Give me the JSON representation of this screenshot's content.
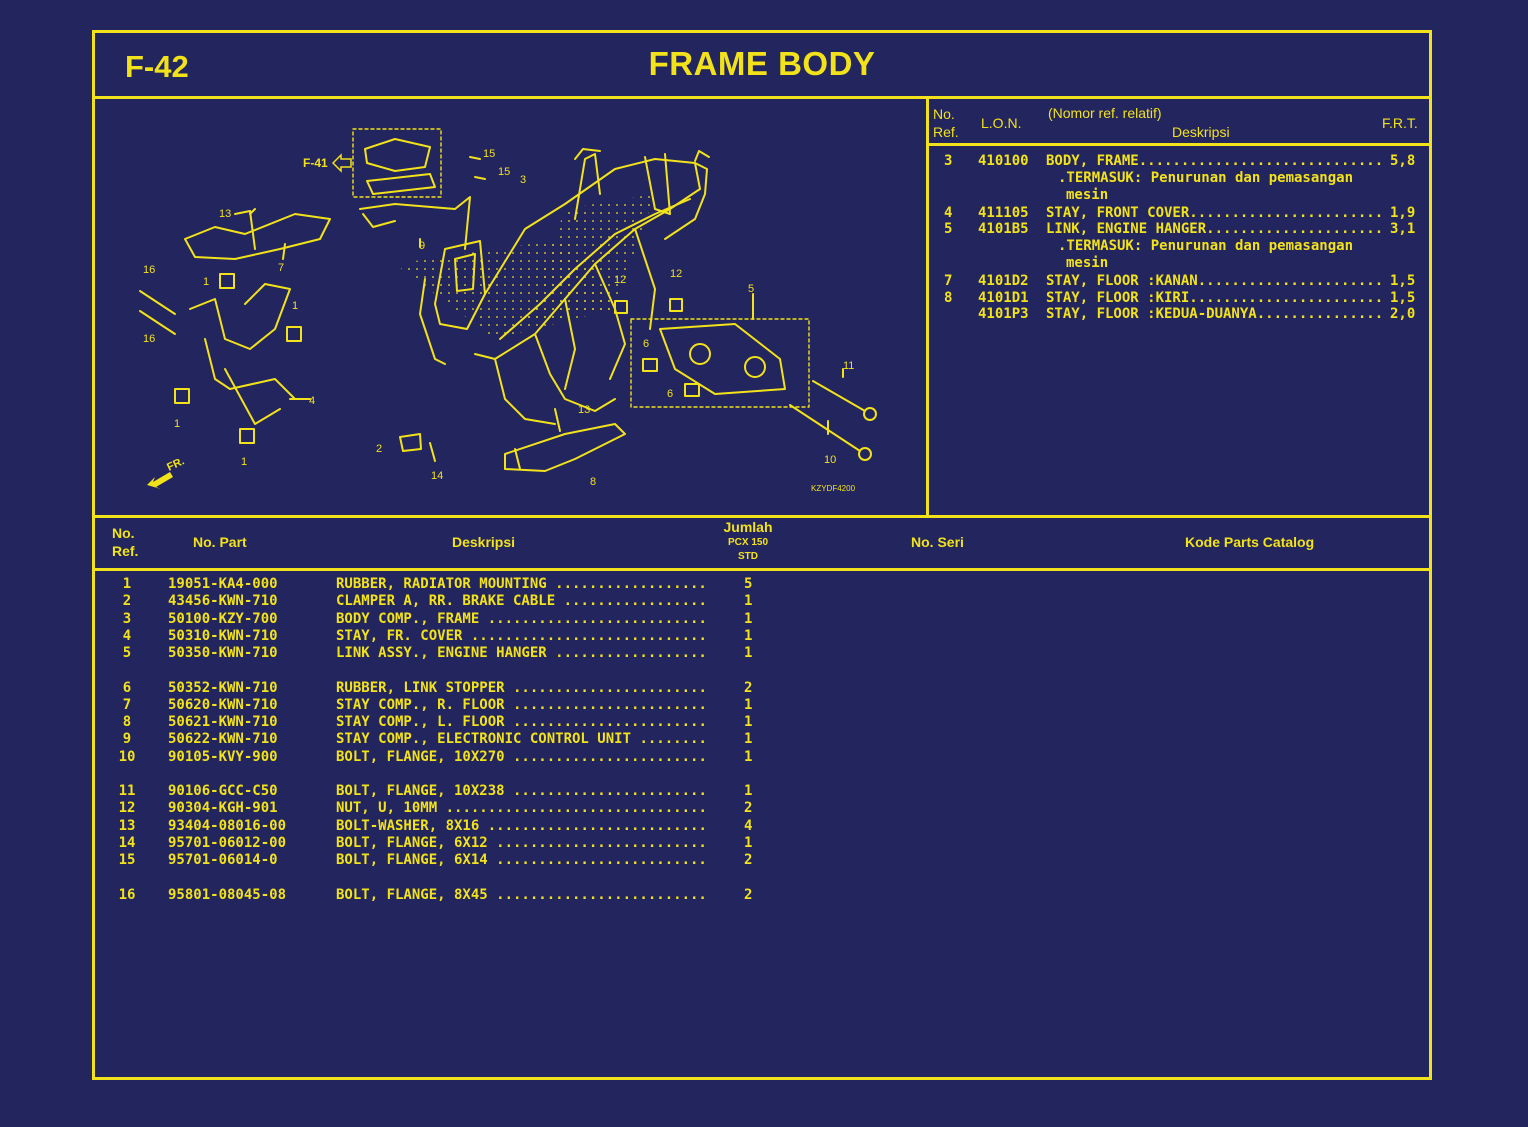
{
  "header": {
    "code": "F-42",
    "title": "FRAME BODY"
  },
  "lon_table": {
    "headers": {
      "no_ref_1": "No.",
      "no_ref_2": "Ref.",
      "lon": "L.O.N.",
      "desc_top": "(Nomor ref. relatif)",
      "desc": "Deskripsi",
      "frt": "F.R.T."
    },
    "rows": [
      {
        "ref": "3",
        "lon": "410100",
        "desc": "BODY, FRAME",
        "frt": "5,8"
      },
      {
        "ref": "",
        "lon": "",
        "desc": ".TERMASUK: Penurunan dan pemasangan",
        "frt": ""
      },
      {
        "ref": "",
        "lon": "",
        "desc": "mesin",
        "frt": ""
      },
      {
        "ref": "4",
        "lon": "411105",
        "desc": "STAY, FRONT COVER",
        "frt": "1,9"
      },
      {
        "ref": "5",
        "lon": "4101B5",
        "desc": "LINK, ENGINE HANGER",
        "frt": "3,1"
      },
      {
        "ref": "",
        "lon": "",
        "desc": ".TERMASUK: Penurunan dan pemasangan",
        "frt": ""
      },
      {
        "ref": "",
        "lon": "",
        "desc": "mesin",
        "frt": ""
      },
      {
        "ref": "7",
        "lon": "4101D2",
        "desc": "STAY, FLOOR :KANAN",
        "frt": "1,5"
      },
      {
        "ref": "8",
        "lon": "4101D1",
        "desc": "STAY, FLOOR :KIRI",
        "frt": "1,5"
      },
      {
        "ref": "",
        "lon": "4101P3",
        "desc": "STAY, FLOOR :KEDUA-DUANYA",
        "frt": "2,0"
      }
    ]
  },
  "diagram": {
    "labels": [
      "F-41",
      "15",
      "15",
      "3",
      "13",
      "9",
      "7",
      "16",
      "1",
      "1",
      "16",
      "4",
      "1",
      "1",
      "FR.",
      "2",
      "14",
      "13",
      "8",
      "12",
      "12",
      "5",
      "6",
      "6",
      "11",
      "10"
    ],
    "figure_code": "KZYDF4200"
  },
  "parts_table": {
    "headers": {
      "no_ref_1": "No.",
      "no_ref_2": "Ref.",
      "part": "No. Part",
      "desc": "Deskripsi",
      "qty_1": "Jumlah",
      "qty_2": "PCX 150",
      "qty_3": "STD",
      "seri": "No. Seri",
      "kode": "Kode Parts Catalog"
    },
    "rows": [
      {
        "ref": "1",
        "part": "19051-KA4-000",
        "desc": "RUBBER, RADIATOR MOUNTING",
        "qty": "5"
      },
      {
        "ref": "2",
        "part": "43456-KWN-710",
        "desc": "CLAMPER A, RR. BRAKE CABLE",
        "qty": "1"
      },
      {
        "ref": "3",
        "part": "50100-KZY-700",
        "desc": "BODY COMP., FRAME",
        "qty": "1"
      },
      {
        "ref": "4",
        "part": "50310-KWN-710",
        "desc": "STAY, FR. COVER",
        "qty": "1"
      },
      {
        "ref": "5",
        "part": "50350-KWN-710",
        "desc": "LINK ASSY., ENGINE HANGER",
        "qty": "1"
      },
      {
        "ref": "6",
        "part": "50352-KWN-710",
        "desc": "RUBBER, LINK STOPPER",
        "qty": "2"
      },
      {
        "ref": "7",
        "part": "50620-KWN-710",
        "desc": "STAY COMP., R. FLOOR",
        "qty": "1"
      },
      {
        "ref": "8",
        "part": "50621-KWN-710",
        "desc": "STAY COMP., L. FLOOR",
        "qty": "1"
      },
      {
        "ref": "9",
        "part": "50622-KWN-710",
        "desc": "STAY COMP., ELECTRONIC CONTROL UNIT",
        "qty": "1"
      },
      {
        "ref": "10",
        "part": "90105-KVY-900",
        "desc": "BOLT, FLANGE, 10X270",
        "qty": "1"
      },
      {
        "ref": "11",
        "part": "90106-GCC-C50",
        "desc": "BOLT, FLANGE, 10X238",
        "qty": "1"
      },
      {
        "ref": "12",
        "part": "90304-KGH-901",
        "desc": "NUT, U, 10MM",
        "qty": "2"
      },
      {
        "ref": "13",
        "part": "93404-08016-00",
        "desc": "BOLT-WASHER, 8X16",
        "qty": "4"
      },
      {
        "ref": "14",
        "part": "95701-06012-00",
        "desc": "BOLT, FLANGE, 6X12",
        "qty": "1"
      },
      {
        "ref": "15",
        "part": "95701-06014-0",
        "desc": "BOLT, FLANGE, 6X14",
        "qty": "2"
      },
      {
        "ref": "16",
        "part": "95801-08045-08",
        "desc": "BOLT, FLANGE, 8X45",
        "qty": "2"
      }
    ]
  },
  "colors": {
    "background": "#23255f",
    "ink": "#f2e21a"
  }
}
